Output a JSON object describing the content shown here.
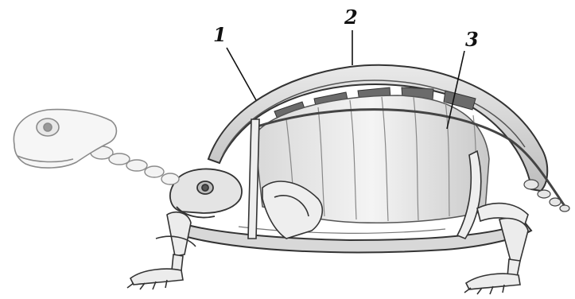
{
  "figure": {
    "subject_icon": "turtle-skeleton-icon",
    "labels": [
      {
        "id": "label-1",
        "text": "1"
      },
      {
        "id": "label-2",
        "text": "2"
      },
      {
        "id": "label-3",
        "text": "3"
      }
    ]
  }
}
